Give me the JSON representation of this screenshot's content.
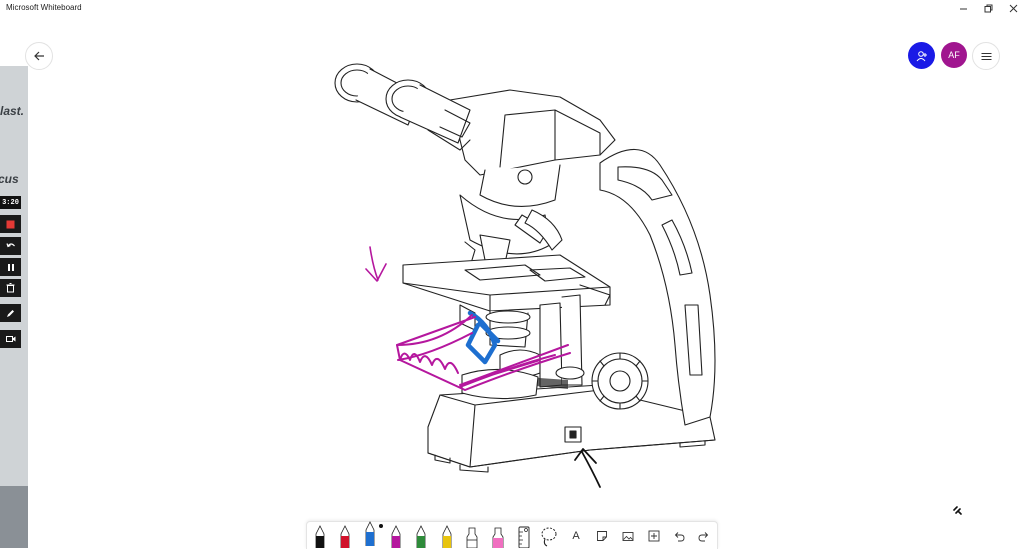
{
  "window": {
    "title": "Microsoft Whiteboard",
    "minimize_icon": "minimize-icon",
    "restore_icon": "restore-icon",
    "close_icon": "close-icon"
  },
  "video_panel": {
    "text_fragments": [
      "last.",
      "cus"
    ],
    "timer": "3:20"
  },
  "header": {
    "back_icon": "arrow-left-icon",
    "invite_icon": "add-person-icon",
    "avatar_initials": "AF",
    "menu_icon": "hamburger-icon"
  },
  "colors": {
    "invite_blue": "#1a1ae6",
    "avatar_magenta": "#a0158f",
    "ink_magenta": "#b5179e",
    "ink_blue": "#1e6fd0",
    "ink_black": "#111111",
    "rec_red": "#e53935"
  },
  "toolbar": {
    "tools": [
      {
        "name": "pen-black",
        "color": "#111111"
      },
      {
        "name": "pen-red",
        "color": "#d0122b"
      },
      {
        "name": "pen-blue",
        "color": "#1e6fd0",
        "selected": true
      },
      {
        "name": "pen-magenta",
        "color": "#b5179e"
      },
      {
        "name": "pen-green",
        "color": "#2e8b3a"
      },
      {
        "name": "pen-yellow",
        "color": "#e8c40f"
      },
      {
        "name": "highlighter-white",
        "color": "#ffffff"
      },
      {
        "name": "highlighter-pink",
        "color": "#f06fc0"
      },
      {
        "name": "ruler",
        "icon": "ruler-icon"
      },
      {
        "name": "lasso",
        "icon": "lasso-icon"
      },
      {
        "name": "text",
        "icon": "text-icon"
      },
      {
        "name": "note",
        "icon": "note-icon"
      },
      {
        "name": "image",
        "icon": "image-icon"
      },
      {
        "name": "insert",
        "icon": "plus-square-icon"
      },
      {
        "name": "undo",
        "icon": "undo-icon"
      },
      {
        "name": "redo",
        "icon": "redo-icon"
      }
    ],
    "text_tool_glyph": "A"
  }
}
